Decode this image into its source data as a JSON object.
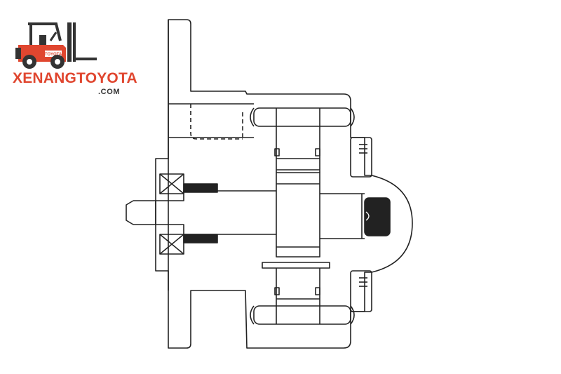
{
  "logo": {
    "brand_name": "XENANGTOYOTA",
    "domain": ".COM",
    "plate_text": "TOYOTA",
    "accent_color": "#e0462f",
    "dark_color": "#333333",
    "icon": "forklift-icon"
  },
  "drawing": {
    "line_color": "#222222",
    "icon": "gear-pump-cross-section"
  }
}
